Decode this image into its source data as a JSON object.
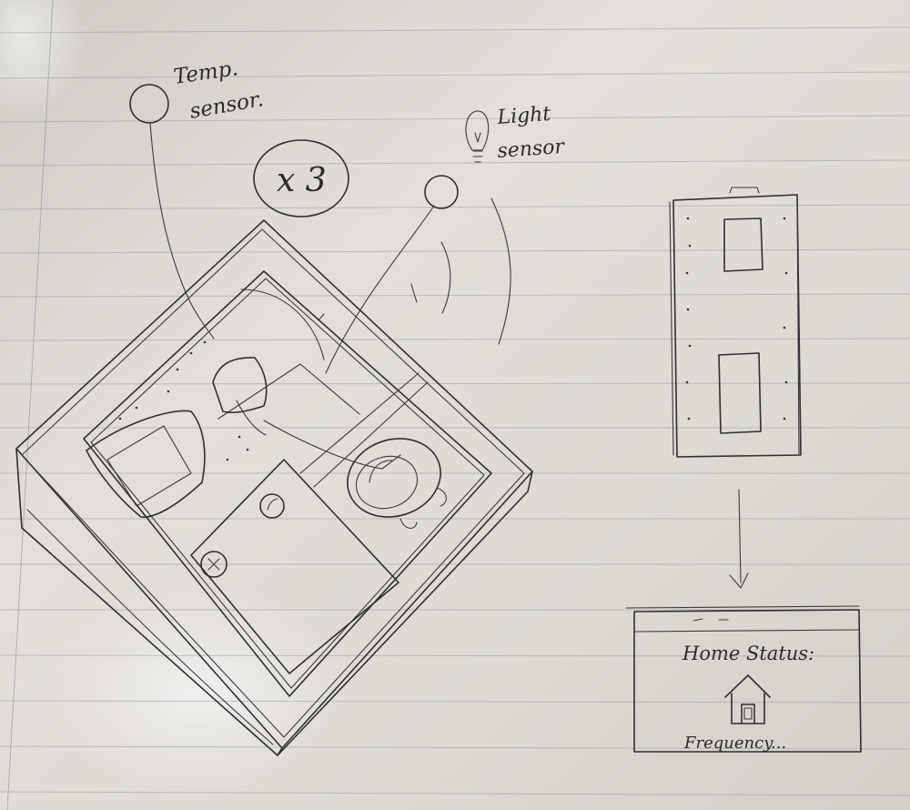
{
  "labels": {
    "temp_line1": "Temp.",
    "temp_line2": "sensor.",
    "light_line1": "Light",
    "light_line2": "sensor",
    "multiplier": "x 3",
    "screen_title": "Home Status:",
    "screen_footer": "Frequency..."
  },
  "colors": {
    "paper": "#dedbd5",
    "ink": "#2f2f2f",
    "rule_lines": "#9aa0a6",
    "margin_line": "#8a8f95"
  },
  "icons": {
    "lightbulb": "lightbulb-icon",
    "house": "house-icon"
  }
}
